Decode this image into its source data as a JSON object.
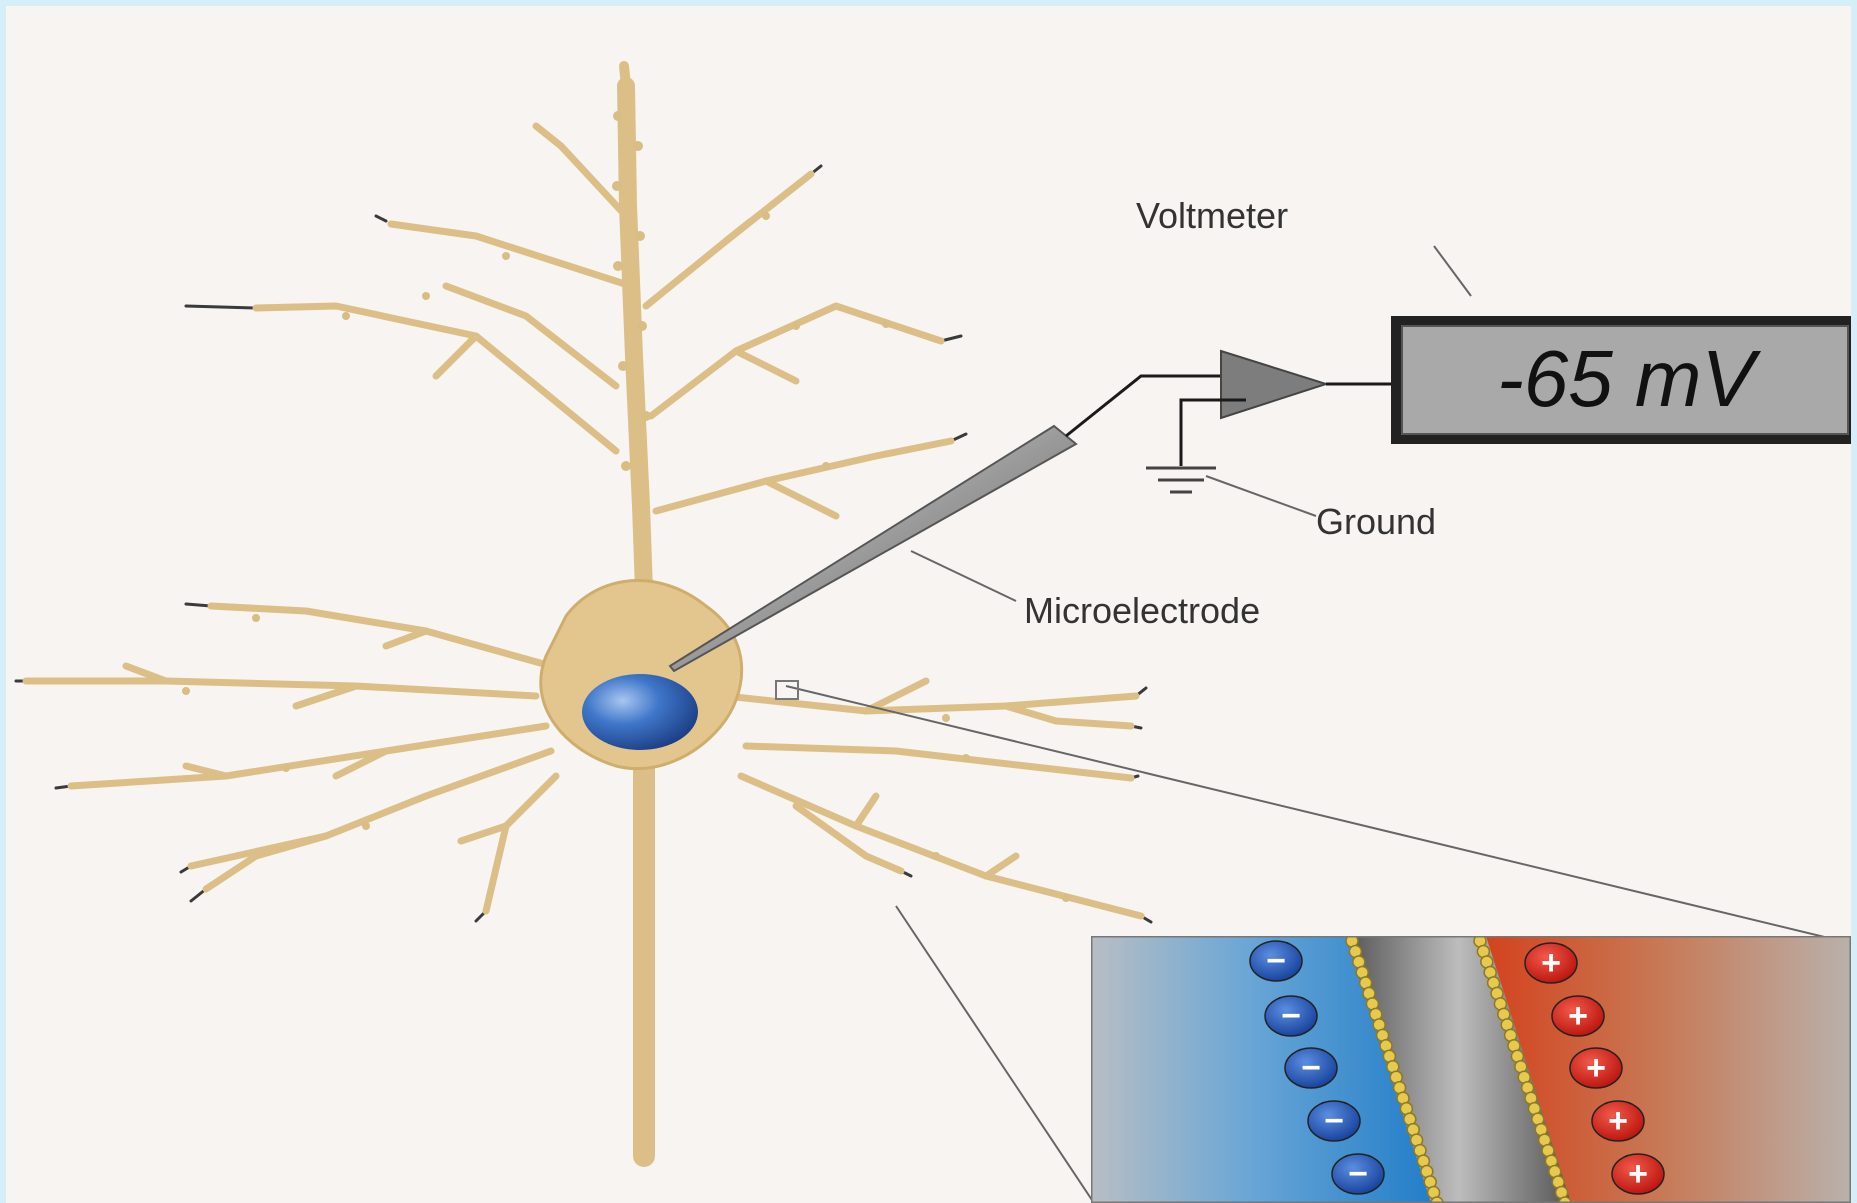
{
  "labels": {
    "voltmeter": "Voltmeter",
    "ground": "Ground",
    "microelectrode": "Microelectrode"
  },
  "voltmeter_reading": "-65 mV",
  "membrane": {
    "inside_charge": "−",
    "outside_charge": "+"
  },
  "colors": {
    "neuron": "#e2c58a",
    "neuron_outline": "#c9a865",
    "nucleus": "#2d63b8",
    "inside": "#3a8fd0",
    "outside": "#d8562a",
    "page": "#f7f4f2",
    "frame": "#d6eef8"
  }
}
